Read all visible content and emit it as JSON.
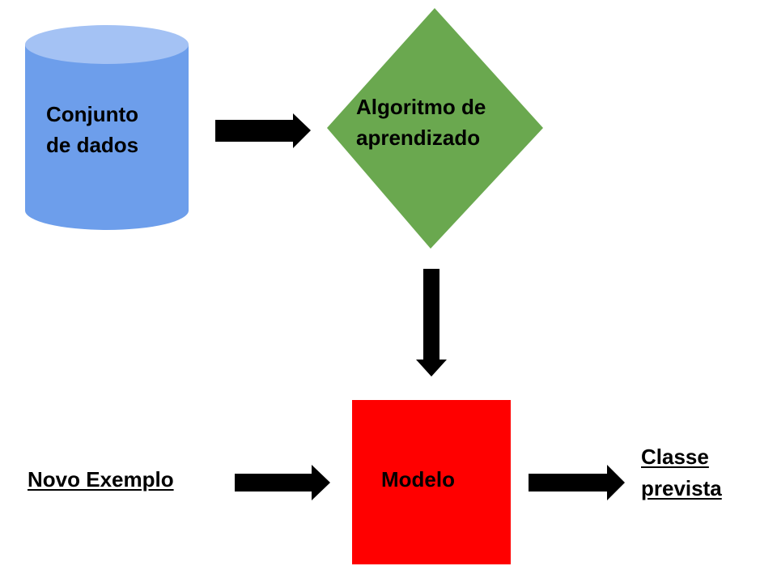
{
  "nodes": {
    "dataset": {
      "line1": "Conjunto",
      "line2": "de dados",
      "shape": "cylinder",
      "body_color": "#6d9eeb",
      "top_color": "#a4c2f4"
    },
    "algorithm": {
      "line1": "Algoritmo de",
      "line2": "aprendizado",
      "shape": "diamond",
      "color": "#6aa84f"
    },
    "model": {
      "label": "Modelo",
      "shape": "rectangle",
      "color": "#ff0000"
    },
    "input": {
      "label": "Novo Exemplo"
    },
    "output": {
      "line1": "Classe",
      "line2": "prevista"
    }
  },
  "edges": [
    {
      "from": "dataset",
      "to": "algorithm",
      "direction": "right"
    },
    {
      "from": "algorithm",
      "to": "model",
      "direction": "down"
    },
    {
      "from": "input",
      "to": "model",
      "direction": "right"
    },
    {
      "from": "model",
      "to": "output",
      "direction": "right"
    }
  ],
  "colors": {
    "arrow": "#000000",
    "text": "#000000"
  }
}
